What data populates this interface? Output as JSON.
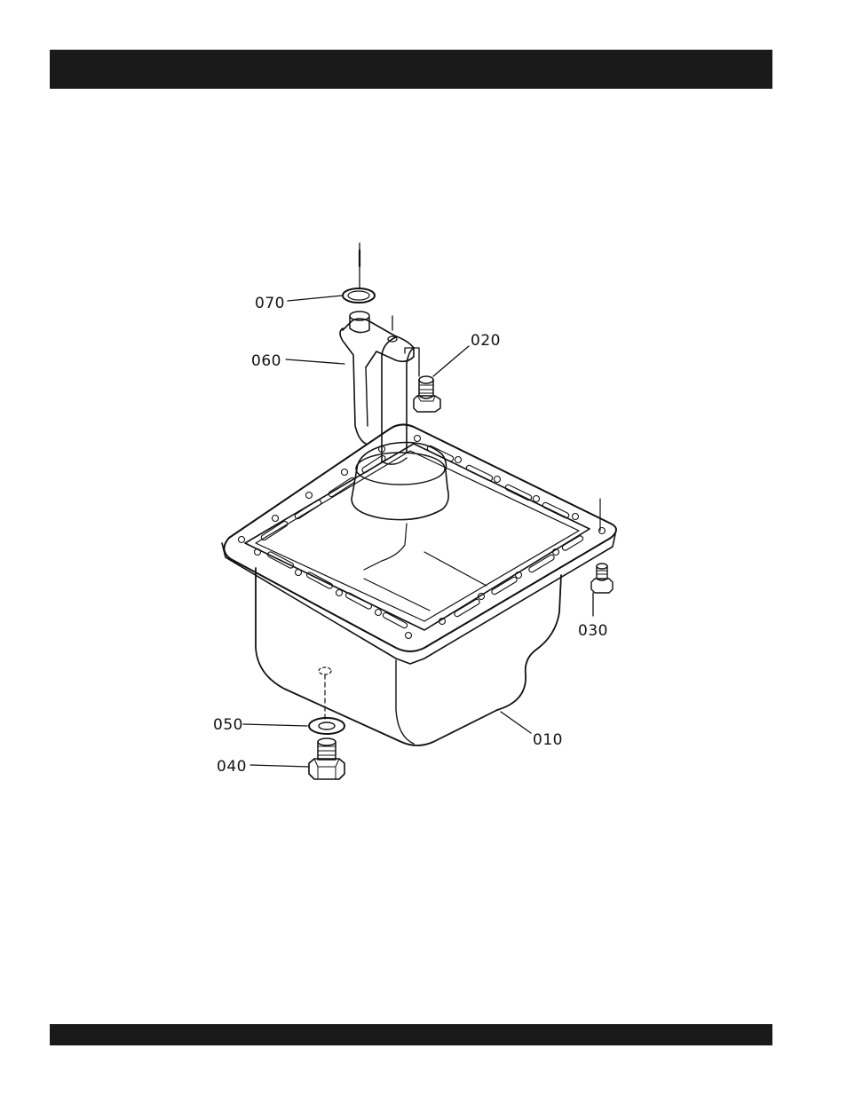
{
  "page": {
    "background": "#ffffff",
    "bar_color": "#1a1a1a",
    "line_color": "#111111"
  },
  "diagram": {
    "subject": "oil pan assembly exploded view",
    "callouts": [
      {
        "id": "010",
        "label": "010"
      },
      {
        "id": "020",
        "label": "020"
      },
      {
        "id": "030",
        "label": "030"
      },
      {
        "id": "040",
        "label": "040"
      },
      {
        "id": "050",
        "label": "050"
      },
      {
        "id": "060",
        "label": "060"
      },
      {
        "id": "070",
        "label": "070"
      }
    ]
  }
}
